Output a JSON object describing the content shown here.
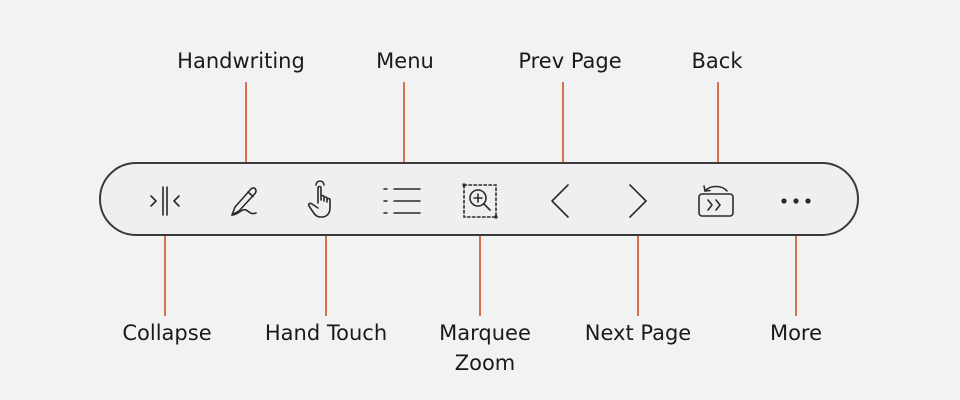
{
  "toolbar": {
    "tools": [
      {
        "id": "collapse",
        "icon": "collapse-icon",
        "label": "Collapse"
      },
      {
        "id": "handwriting",
        "icon": "pen-icon",
        "label": "Handwriting"
      },
      {
        "id": "hand-touch",
        "icon": "hand-pointer-icon",
        "label": "Hand Touch"
      },
      {
        "id": "menu",
        "icon": "list-icon",
        "label": "Menu"
      },
      {
        "id": "marquee-zoom",
        "icon": "marquee-zoom-icon",
        "label": "Marquee\nZoom"
      },
      {
        "id": "prev-page",
        "icon": "chevron-left-icon",
        "label": "Prev Page"
      },
      {
        "id": "next-page",
        "icon": "chevron-right-icon",
        "label": "Next Page"
      },
      {
        "id": "back",
        "icon": "back-icon",
        "label": "Back"
      },
      {
        "id": "more",
        "icon": "ellipsis-icon",
        "label": "More"
      }
    ]
  },
  "colors": {
    "leader_line": "#d9714e",
    "outline": "#3a3a3a",
    "icon": "#2b2b2b",
    "background": "#f2f2f2"
  }
}
